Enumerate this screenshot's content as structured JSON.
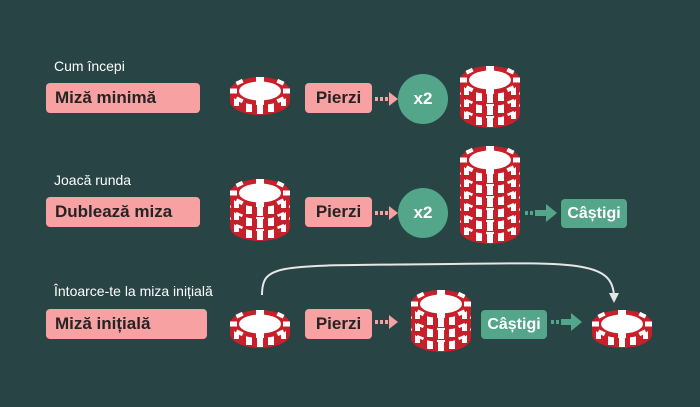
{
  "colors": {
    "background": "#284444",
    "pink": "#f7a1a3",
    "green": "#54a68a",
    "chip_red": "#c8202a",
    "chip_dark": "#8f1218",
    "text_dark": "#242424"
  },
  "rows": [
    {
      "section_label": "Cum începi",
      "start_label": "Miză minimă",
      "lose_label": "Pierzi",
      "multiplier": "x2"
    },
    {
      "section_label": "Joacă runda",
      "start_label": "Dublează miza",
      "lose_label": "Pierzi",
      "multiplier": "x2",
      "win_label": "Câștigi"
    },
    {
      "section_label": "Întoarce-te la miza inițială",
      "start_label": "Miză inițială",
      "lose_label": "Pierzi",
      "win_label": "Câștigi"
    }
  ]
}
